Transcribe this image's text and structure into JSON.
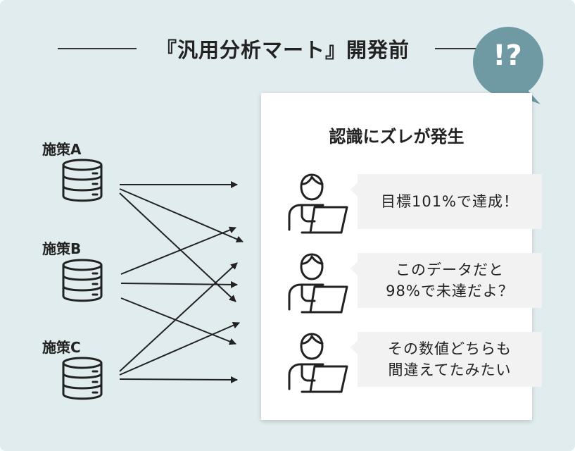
{
  "title": "『汎用分析マート』開発前",
  "bubble": {
    "text": "!?",
    "color": "#6f99a3"
  },
  "measures": [
    {
      "label": "施策A"
    },
    {
      "label": "施策B"
    },
    {
      "label": "施策C"
    }
  ],
  "panel": {
    "title": "認識にズレが発生",
    "comments": [
      {
        "lines": [
          "目標101%で達成！"
        ]
      },
      {
        "lines": [
          "このデータだと",
          "98%で未達だよ？"
        ]
      },
      {
        "lines": [
          "その数値どちらも",
          "間違えてたみたい"
        ]
      }
    ]
  },
  "colors": {
    "background": "#e1ecee",
    "stroke": "#222222",
    "speech_bg": "#f2f2f2"
  }
}
